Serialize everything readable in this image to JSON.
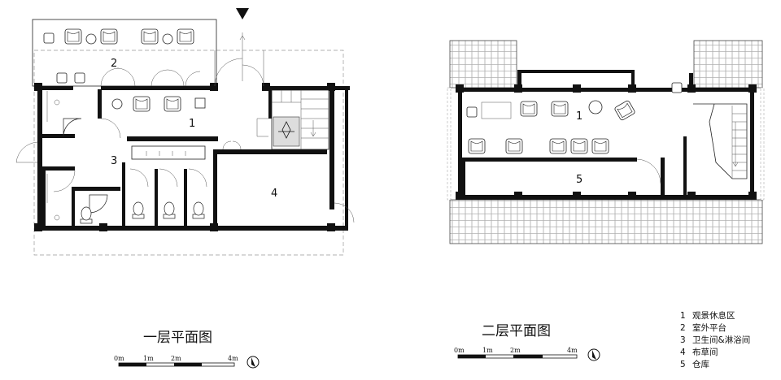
{
  "floor1": {
    "title": "一层平面图",
    "room_numbers": [
      "1",
      "2",
      "3",
      "4"
    ]
  },
  "floor2": {
    "title": "二层平面图",
    "room_numbers": [
      "1",
      "5"
    ]
  },
  "scale_bar": {
    "ticks": [
      "0m",
      "1m",
      "2m",
      "4m"
    ]
  },
  "legend": {
    "items": [
      {
        "num": "1",
        "name": "观景休息区"
      },
      {
        "num": "2",
        "name": "室外平台"
      },
      {
        "num": "3",
        "name": "卫生间&淋浴间"
      },
      {
        "num": "4",
        "name": "布草间"
      },
      {
        "num": "5",
        "name": "仓库"
      }
    ]
  }
}
